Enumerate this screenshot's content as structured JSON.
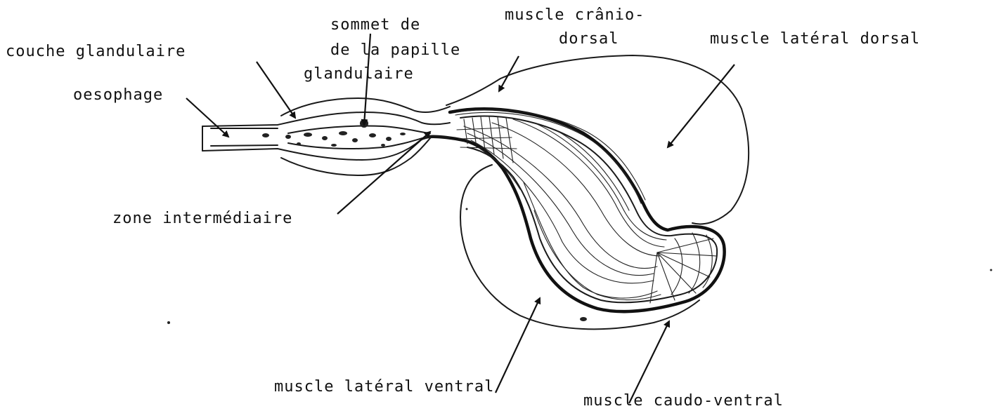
{
  "labels": {
    "couche_glandulaire": "couche glandulaire",
    "sommet_line1": "sommet de",
    "sommet_line2": "de la papille",
    "sommet_line3": "glandulaire",
    "cranio_line1": "muscle crânio-",
    "cranio_line2": "dorsal",
    "lateral_dorsal": "muscle latéral dorsal",
    "oesophage": "oesophage",
    "zone_intermediaire": "zone intermédiaire",
    "lateral_ventral": "muscle latéral ventral",
    "caudo_ventral": "muscle caudo-ventral"
  }
}
